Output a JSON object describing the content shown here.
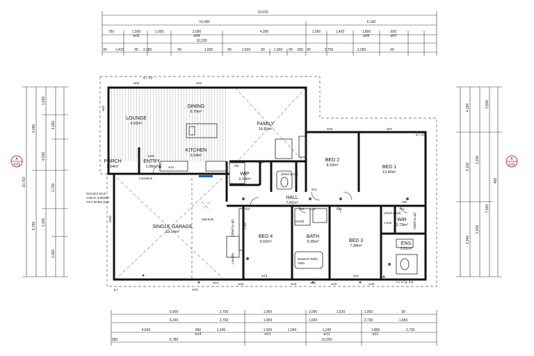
{
  "rooms": [
    {
      "name": "LOUNGE",
      "area": "9.93m²"
    },
    {
      "name": "DINING",
      "area": "6.70m²"
    },
    {
      "name": "FAMILY",
      "area": "16.81m²"
    },
    {
      "name": "KITCHEN",
      "area": "6.54m²"
    },
    {
      "name": "PORCH",
      "area": "2.54m²"
    },
    {
      "name": "ENTRY",
      "area": "1.96m²"
    },
    {
      "name": "WIP",
      "area": "2.18m²"
    },
    {
      "name": "BED 2",
      "area": "8.10m²"
    },
    {
      "name": "BED 1",
      "area": "13.46m²"
    },
    {
      "name": "HALL",
      "area": "7.81m²"
    },
    {
      "name": "SINGLE GARAGE",
      "area": "33.14m²"
    },
    {
      "name": "BED 4",
      "area": "9.02m²"
    },
    {
      "name": "BATH",
      "area": "6.35m²"
    },
    {
      "name": "BED 3",
      "area": "7.99m²"
    },
    {
      "name": "WIR",
      "area": "2.73m²"
    },
    {
      "name": "ENS",
      "area": "3.61m²"
    }
  ],
  "dims": {
    "top_overall": "16,620",
    "top_row2": [
      "10,480",
      "6,140"
    ],
    "top_row3": [
      "750",
      "1,500",
      "1,030",
      "3,000",
      "4,200",
      "1,500",
      "1,420",
      "1,800",
      "820",
      ""
    ],
    "top_tags": [
      "w03",
      "w04",
      "w06",
      "w07"
    ],
    "top_row4": [
      "10,330"
    ],
    "top_row5": [
      "90",
      "1,430",
      "90",
      "3,180",
      "90",
      "1,000",
      "90",
      "1,600",
      "90",
      "1,000",
      "90",
      "550",
      "90",
      "2,700",
      "3,260",
      "90",
      ""
    ],
    "left": [
      "10,760",
      "3,480",
      "5,790",
      "1,660",
      "4,500",
      "1,300",
      "4,090",
      "1,700",
      "1,990"
    ],
    "right": [
      "4,180",
      "2,100",
      "3,340",
      "2,200",
      "2,600",
      "2,830",
      "7,660",
      "450"
    ],
    "bottom_row1": [
      "5,600",
      "2,700",
      "1,900",
      "1,090",
      "1,520",
      "1,950",
      "90"
    ],
    "bottom_row2": [
      "6,240",
      "2,700",
      "1,900",
      "1,090",
      "2,730",
      "1,950"
    ],
    "bottom_row3": [
      "4,630",
      "960",
      "1,240",
      "1,500",
      "1,040",
      "1,240",
      "1,800",
      "2,730"
    ],
    "bottom_tags": [
      "w14",
      "w13",
      "w12",
      "w11"
    ],
    "bottom_row4": [
      "580",
      "5,780",
      "10,250"
    ]
  },
  "section": {
    "letter": "A",
    "ref": "3.01"
  },
  "windows": [
    "w03",
    "w04",
    "w02",
    "w06",
    "w07",
    "w14",
    "w13",
    "w12",
    "w11",
    "w10"
  ],
  "notes": {
    "gl_dp_top": "g.l.   d.p.",
    "gl_dp_right": "g.l. d.p.",
    "lv_ofg_dp": "l.v.  o.f.g.  d.p.",
    "gl_bottom": "g.l.",
    "vent_1": "vent",
    "vent_2": "vent",
    "vent_3": "vent",
    "vent_4": "vent",
    "vent_5": "vent",
    "insulation": "Insulation",
    "column_1": "310x310 brick",
    "column_2": "column on90x90",
    "column_3": "H3.2 timber post",
    "manhole": "Manhole",
    "garage_left": "4500",
    "dim_1000": "1000",
    "dim_760": "760",
    "dim_810a": "810",
    "dim_810b": "810",
    "dim_710a": "710",
    "dim_810c": "810",
    "dim_710b": "710",
    "dim_450": "450",
    "dim_1540": "1,540",
    "dim_1700": "1700",
    "shelf_rail_1": "(Shelf & rail)",
    "shelf_rail_2": "(Shelf & rail)",
    "shelf_rail_3": "(Shelf & rail)",
    "shelf_rail_4": "(Shelf & rail)",
    "shelf_bath": "(Shelf)",
    "laundry": "Laundry",
    "bath_note_1": "Newtech Bella",
    "bath_note_2": "1500",
    "dim_610": "610",
    "dim_810d": "810"
  }
}
